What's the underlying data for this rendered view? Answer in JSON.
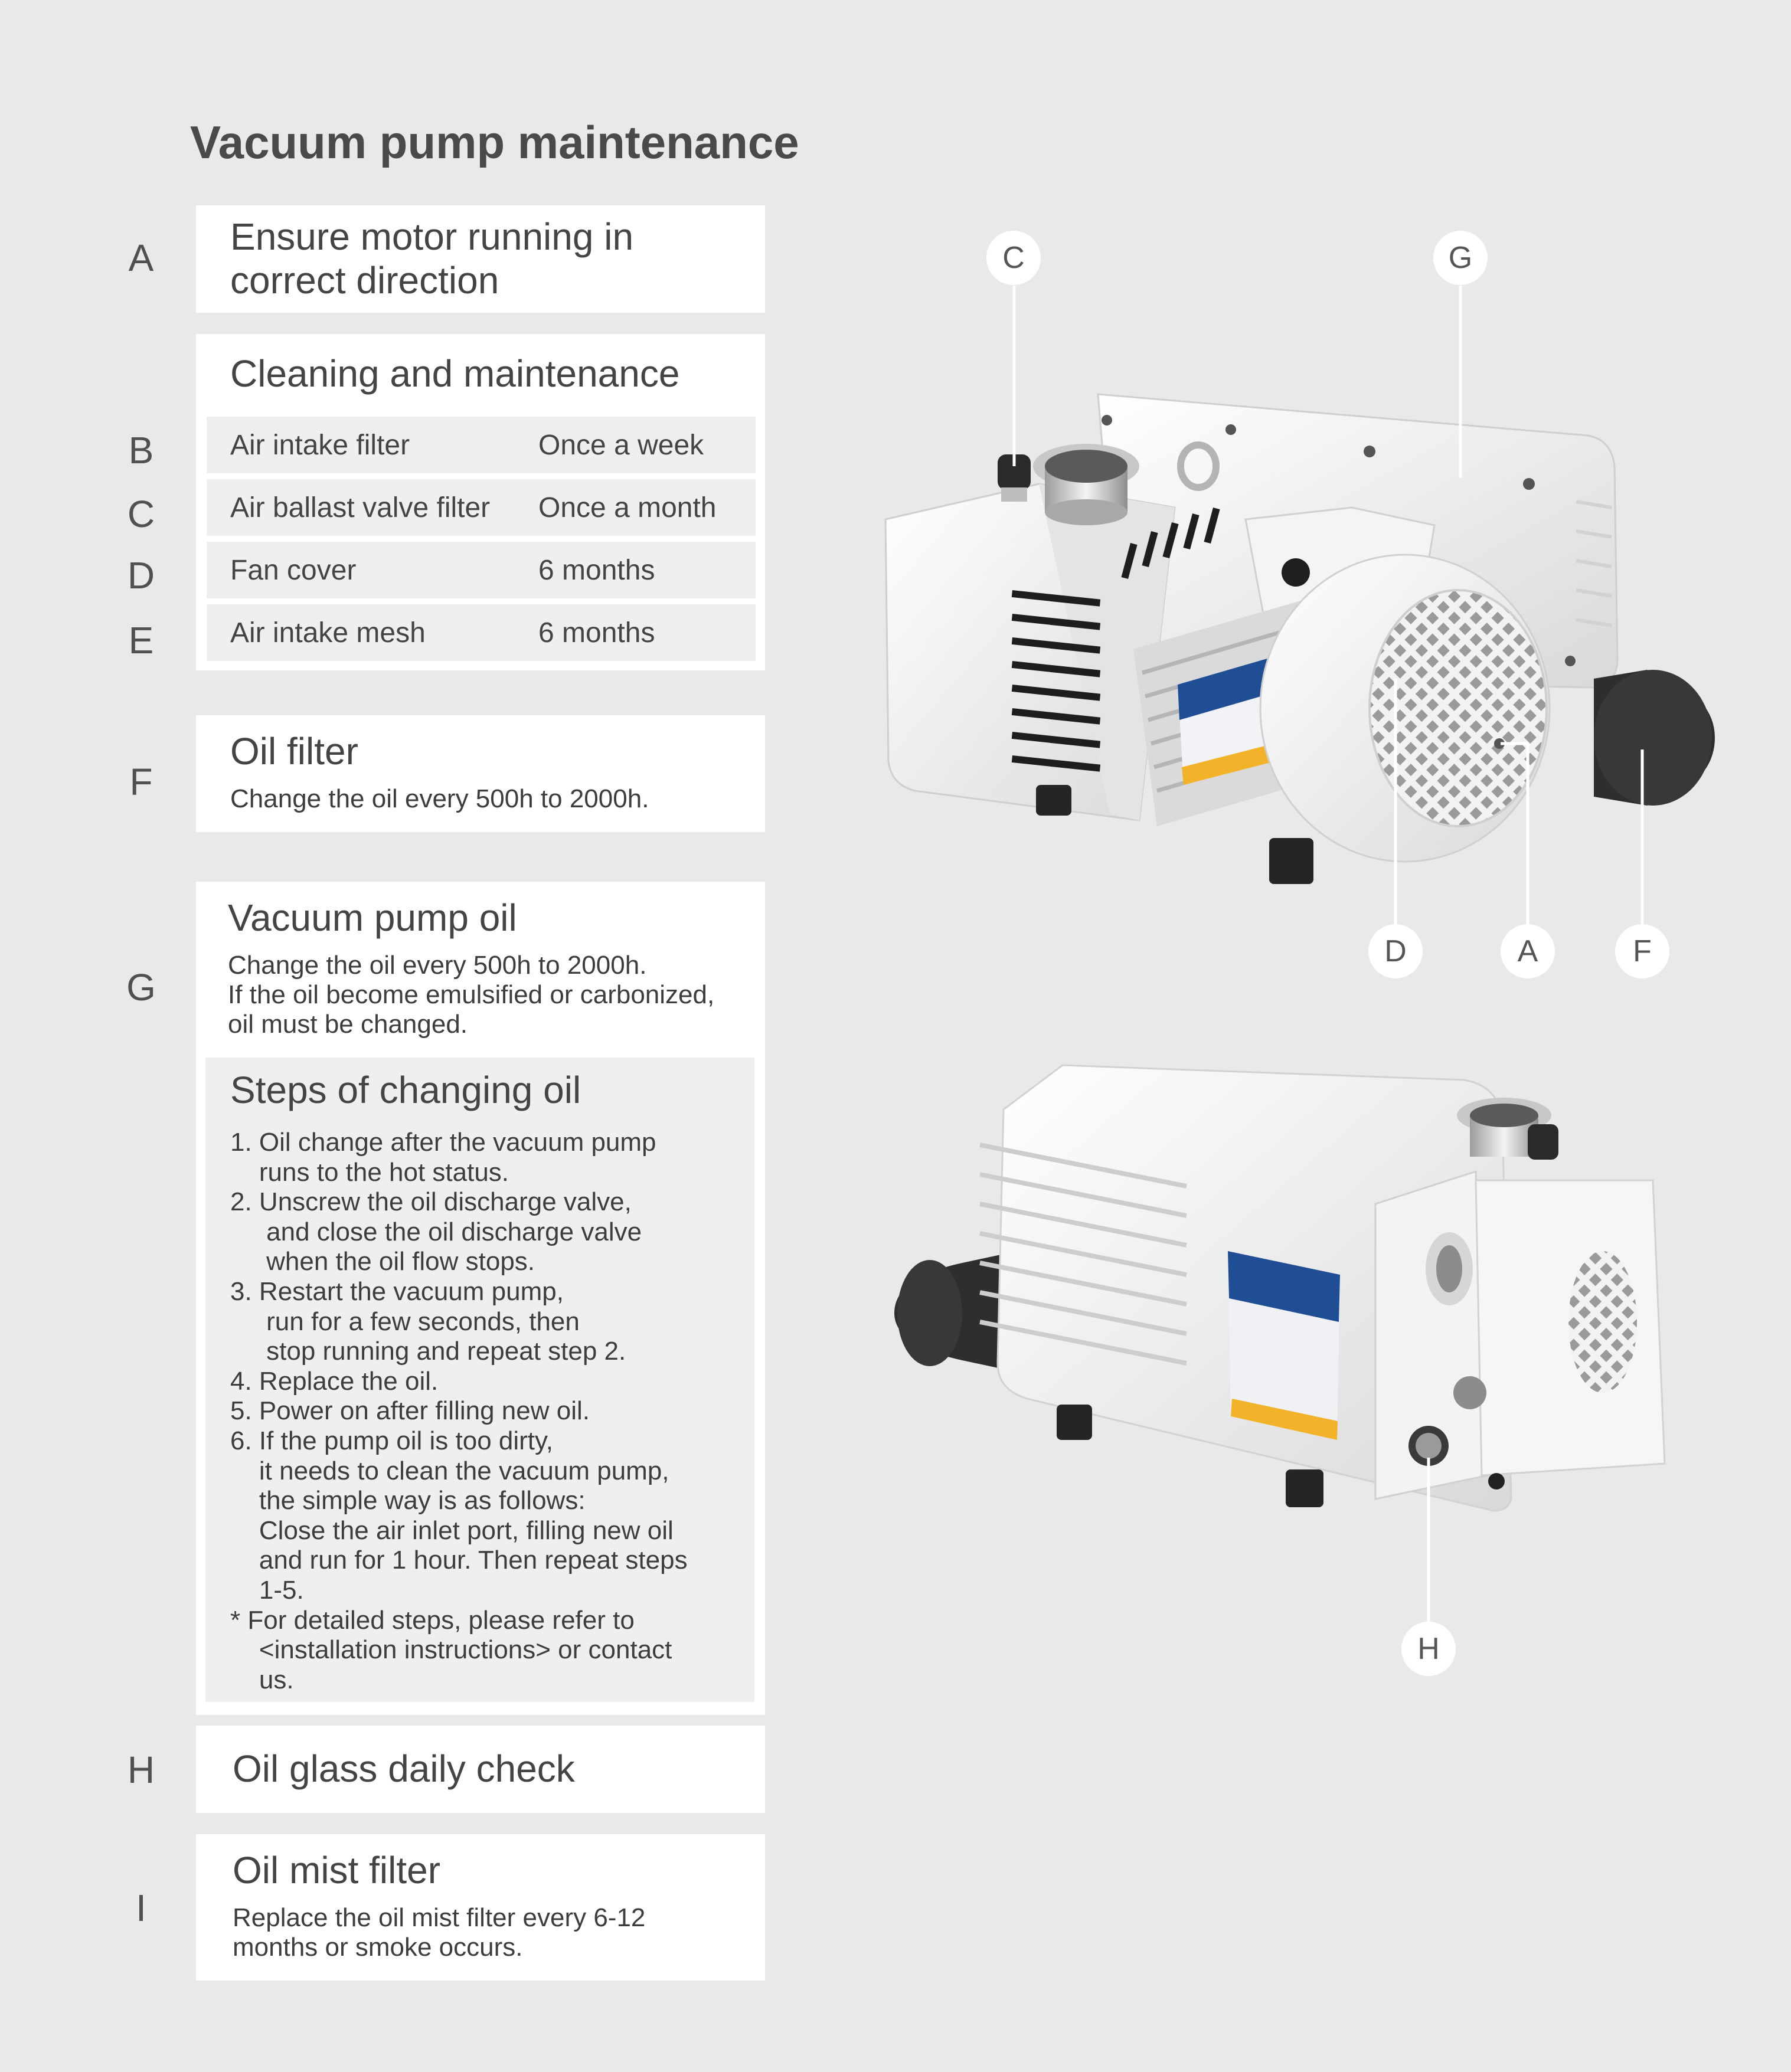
{
  "title": "Vacuum pump maintenance",
  "sections": {
    "A": {
      "letter": "A",
      "heading_line1": "Ensure motor running in",
      "heading_line2": "correct direction"
    },
    "cleaning": {
      "heading": "Cleaning and maintenance",
      "rows": [
        {
          "letter": "B",
          "item": "Air intake filter",
          "interval": "Once a week"
        },
        {
          "letter": "C",
          "item": "Air ballast valve filter",
          "interval": "Once a month"
        },
        {
          "letter": "D",
          "item": "Fan cover",
          "interval": "6 months"
        },
        {
          "letter": "E",
          "item": "Air intake mesh",
          "interval": "6 months"
        }
      ]
    },
    "F": {
      "letter": "F",
      "heading": "Oil filter",
      "text": "Change the oil every 500h to 2000h."
    },
    "G": {
      "letter": "G",
      "heading": "Vacuum pump oil",
      "lines": [
        "Change the oil every 500h to 2000h.",
        "If the oil become emulsified or carbonized,",
        "oil must be changed."
      ]
    },
    "steps": {
      "heading": "Steps of changing oil",
      "lines": [
        "1. Oil change after the vacuum pump",
        "    runs to the hot status.",
        "2. Unscrew the oil discharge valve,",
        "     and close the oil discharge valve",
        "     when the oil flow stops.",
        "3. Restart the vacuum pump,",
        "     run for a few seconds, then",
        "     stop running and repeat step 2.",
        "4. Replace the oil.",
        "5. Power on after filling new oil.",
        "6. If the pump oil is too dirty,",
        "    it needs to clean the vacuum pump,",
        "    the simple way is as follows:",
        "    Close the air inlet port, filling new oil",
        "    and run for 1 hour. Then repeat steps",
        "    1-5.",
        "* For detailed steps, please refer to",
        "    <installation instructions> or contact",
        "    us."
      ]
    },
    "H": {
      "letter": "H",
      "heading": "Oil glass daily check"
    },
    "I": {
      "letter": "I",
      "heading": "Oil mist filter",
      "line1": "Replace the oil mist filter every 6-12",
      "line2": "months or smoke occurs."
    }
  },
  "callouts": [
    "C",
    "G",
    "D",
    "A",
    "F",
    "H"
  ]
}
